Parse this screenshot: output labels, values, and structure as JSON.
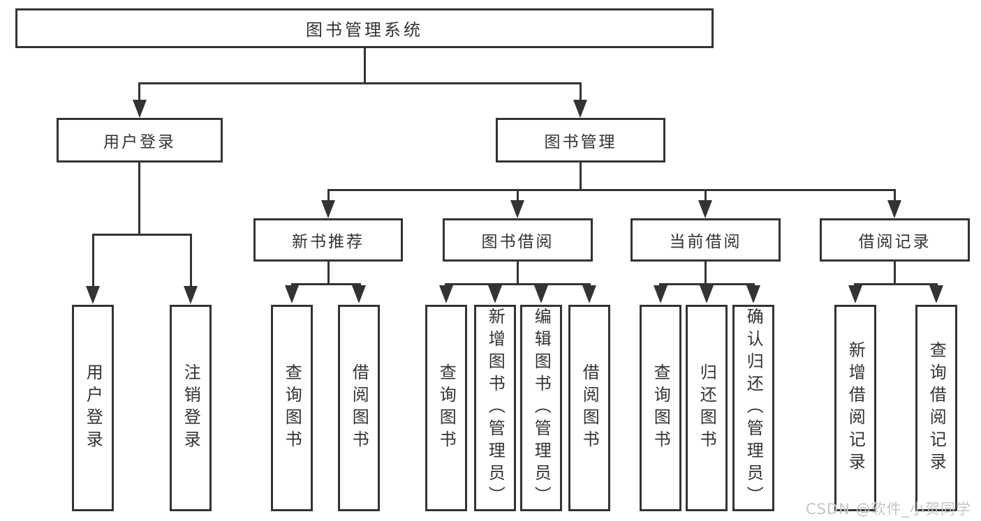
{
  "diagram": {
    "root": {
      "label": "图书管理系统"
    },
    "level1": [
      {
        "label": "用户登录"
      },
      {
        "label": "图书管理"
      }
    ],
    "level2": [
      {
        "label": "新书推荐"
      },
      {
        "label": "图书借阅"
      },
      {
        "label": "当前借阅"
      },
      {
        "label": "借阅记录"
      }
    ],
    "leaves": [
      {
        "group": "用户登录",
        "label": "用户登录"
      },
      {
        "group": "用户登录",
        "label": "注销登录"
      },
      {
        "group": "新书推荐",
        "label": "查询图书"
      },
      {
        "group": "新书推荐",
        "label": "借阅图书"
      },
      {
        "group": "图书借阅",
        "label": "查询图书"
      },
      {
        "group": "图书借阅",
        "label": "新增图书（管理员）"
      },
      {
        "group": "图书借阅",
        "label": "编辑图书（管理员）"
      },
      {
        "group": "图书借阅",
        "label": "借阅图书"
      },
      {
        "group": "当前借阅",
        "label": "查询图书"
      },
      {
        "group": "当前借阅",
        "label": "归还图书"
      },
      {
        "group": "当前借阅",
        "label": "确认归还（管理员）"
      },
      {
        "group": "借阅记录",
        "label": "新增借阅记录"
      },
      {
        "group": "借阅记录",
        "label": "查询借阅记录"
      }
    ],
    "watermark": "CSDN @软件_小贺同学",
    "colors": {
      "line": "#333333",
      "text": "#333333",
      "watermark": "#c6c6c6",
      "background": "#ffffff"
    }
  }
}
